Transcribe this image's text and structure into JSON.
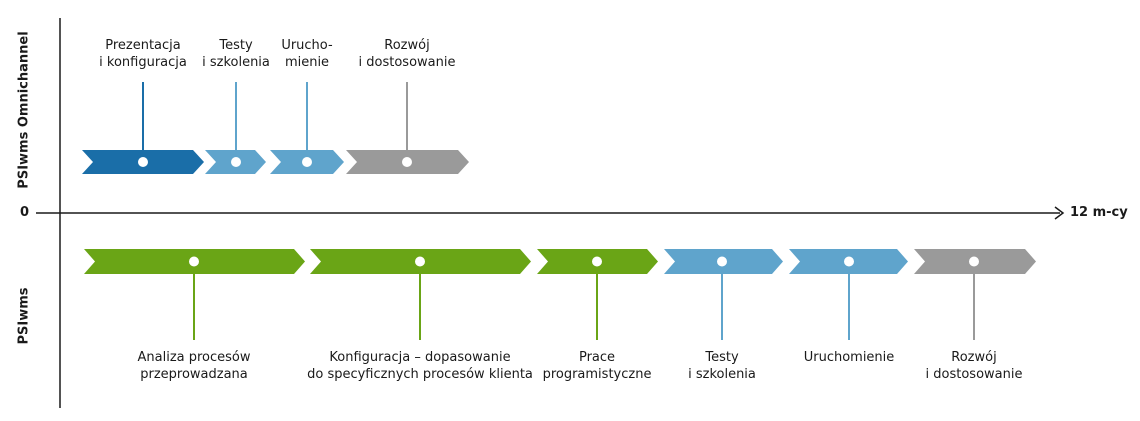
{
  "colors": {
    "dark_blue": "#1a6ea8",
    "light_blue": "#5fa4cc",
    "gray": "#9a9a9a",
    "green": "#6aa516",
    "axis": "#1a1a1a"
  },
  "axis": {
    "zero_label": "0",
    "end_label": "12 m-cy"
  },
  "lanes": {
    "top_label": "PSIwms Omnichannel",
    "bottom_label": "PSIwms"
  },
  "top_phases": [
    {
      "id": "prezentacja",
      "lines": [
        "Prezentacja",
        "i konfiguracja"
      ],
      "color": "dark_blue"
    },
    {
      "id": "testy",
      "lines": [
        "Testy",
        "i szkolenia"
      ],
      "color": "light_blue"
    },
    {
      "id": "uruchomienie",
      "lines": [
        "Urucho-",
        "mienie"
      ],
      "color": "light_blue"
    },
    {
      "id": "rozwoj",
      "lines": [
        "Rozwój",
        "i dostosowanie"
      ],
      "color": "gray"
    }
  ],
  "bottom_phases": [
    {
      "id": "analiza",
      "lines": [
        "Analiza procesów",
        "przeprowadzana"
      ],
      "color": "green"
    },
    {
      "id": "konfiguracja",
      "lines": [
        "Konfiguracja – dopasowanie",
        "do specyficznych procesów klienta"
      ],
      "color": "green"
    },
    {
      "id": "prace",
      "lines": [
        "Prace",
        "programistyczne"
      ],
      "color": "green"
    },
    {
      "id": "testy",
      "lines": [
        "Testy",
        "i szkolenia"
      ],
      "color": "light_blue"
    },
    {
      "id": "uruchomienie",
      "lines": [
        "Uruchomienie"
      ],
      "color": "light_blue"
    },
    {
      "id": "rozwoj",
      "lines": [
        "Rozwój",
        "i dostosowanie"
      ],
      "color": "gray"
    }
  ]
}
